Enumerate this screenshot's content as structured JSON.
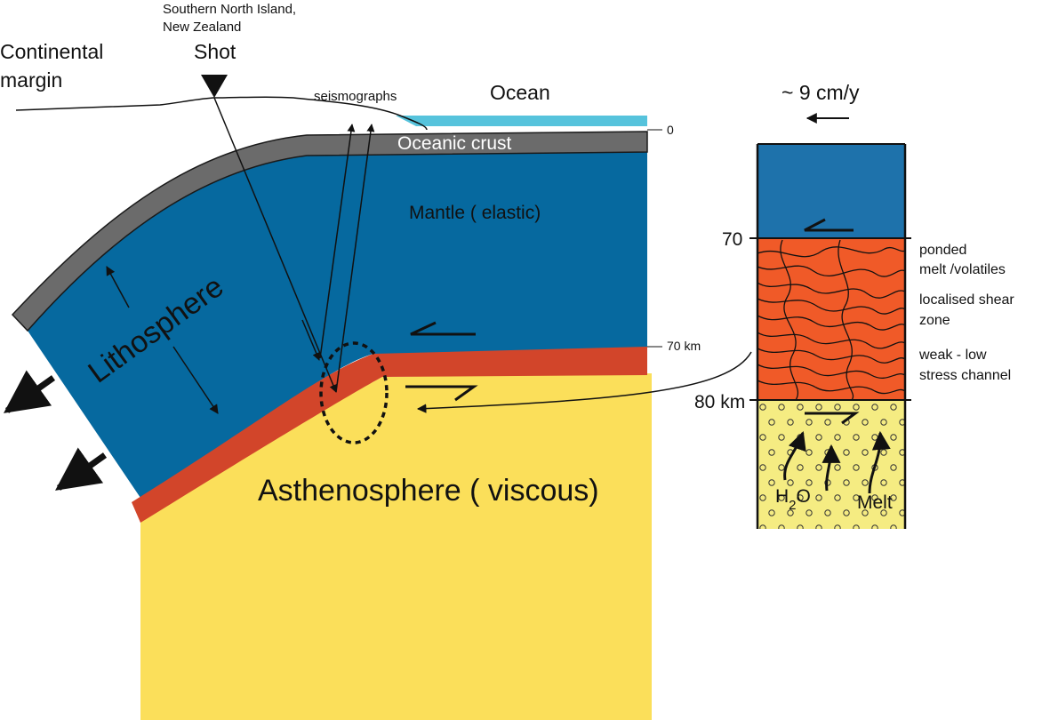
{
  "labels": {
    "location": [
      "Southern North Island,",
      "New Zealand"
    ],
    "continental_margin": [
      "Continental",
      "margin"
    ],
    "shot": "Shot",
    "seismographs": "seismographs",
    "ocean": "Ocean",
    "oceanic_crust": "Oceanic  crust",
    "mantle": "Mantle ( elastic)",
    "lithosphere": "Lithosphere",
    "asthenosphere": "Asthenosphere ( viscous)",
    "depth_0": "0",
    "depth_70km": "70 km",
    "rate": "~ 9 cm/y",
    "column_70": "70",
    "column_80km": "80 km",
    "ponded": [
      "ponded",
      "melt /volatiles"
    ],
    "shear_zone": [
      "localised shear",
      "zone"
    ],
    "channel": [
      "weak - low",
      "stress channel"
    ],
    "h2o_h": "H",
    "h2o_sub": "2",
    "h2o_o": "O",
    "melt": "Melt"
  },
  "colors": {
    "ocean": "#56c3dc",
    "crust": "#6b6b6b",
    "mantle": "#06699f",
    "column_mantle": "#1e72ab",
    "shear_zone": "#d2452a",
    "column_shear": "#f05a28",
    "asthenosphere": "#fbdf5a",
    "column_asthenosphere": "#f5ec82"
  }
}
